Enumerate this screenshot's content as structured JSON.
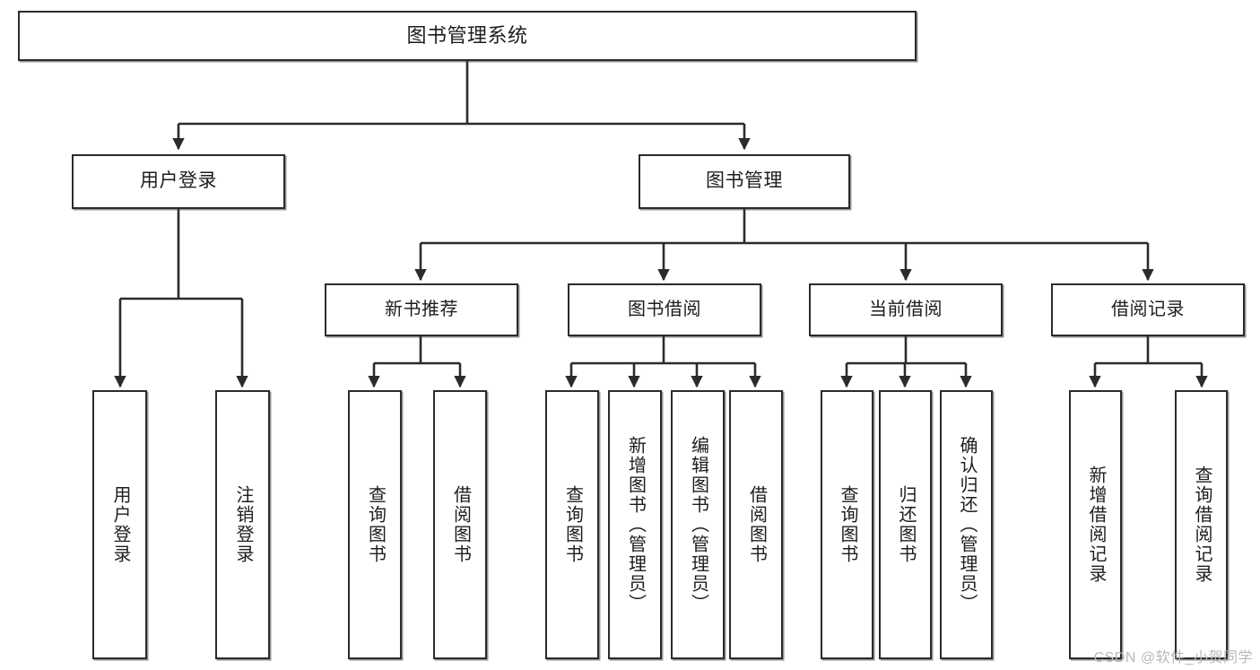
{
  "diagram": {
    "title": "图书管理系统",
    "watermark": "CSDN @软件_小贺同学",
    "accent_color": "#2b2b2b",
    "background_color": "#ffffff",
    "root": {
      "label": "图书管理系统"
    },
    "level1": [
      {
        "label": "用户登录"
      },
      {
        "label": "图书管理"
      }
    ],
    "level2": [
      {
        "label": "新书推荐"
      },
      {
        "label": "图书借阅"
      },
      {
        "label": "当前借阅"
      },
      {
        "label": "借阅记录"
      }
    ],
    "leaves": {
      "user_login": [
        {
          "label": "用户登录"
        },
        {
          "label": "注销登录"
        }
      ],
      "new_book_recommend": [
        {
          "label": "查询图书"
        },
        {
          "label": "借阅图书"
        }
      ],
      "book_borrow": [
        {
          "label": "查询图书"
        },
        {
          "label": "新增图书（管理员）"
        },
        {
          "label": "编辑图书（管理员）"
        },
        {
          "label": "借阅图书"
        }
      ],
      "current_borrow": [
        {
          "label": "查询图书"
        },
        {
          "label": "归还图书"
        },
        {
          "label": "确认归还（管理员）"
        }
      ],
      "borrow_record": [
        {
          "label": "新增借阅记录"
        },
        {
          "label": "查询借阅记录"
        }
      ]
    }
  }
}
